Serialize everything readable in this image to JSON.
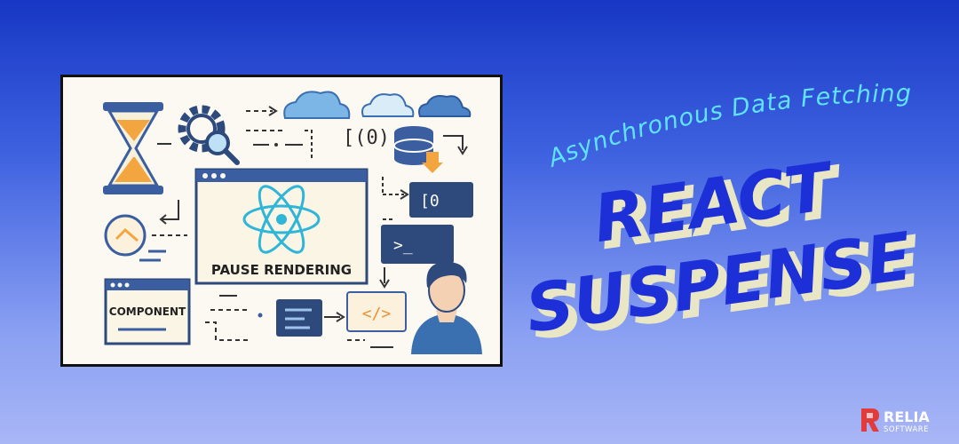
{
  "subtitle": "Asynchronous Data Fetching",
  "title_line1": "REACT",
  "title_line2": "SUSPENSE",
  "panel": {
    "center_label": "PAUSE RENDERING",
    "component_label": "COMPONENT",
    "code_brackets": "[(0)",
    "code_box_top": "[0",
    "terminal_prompt": ">_",
    "code_tag": "</>"
  },
  "brand": {
    "name": "RELIA",
    "tagline": "SOFTWARE"
  },
  "colors": {
    "bg_top": "#1737c4",
    "bg_bottom": "#a9b6f6",
    "title_blue": "#1d2fd6",
    "title_shadow": "#e9e6c6",
    "subtitle_cyan": "#5fe3ff",
    "react_cyan": "#2fb5d8",
    "navy": "#2e4a7c",
    "brand_red": "#e23b3b"
  }
}
